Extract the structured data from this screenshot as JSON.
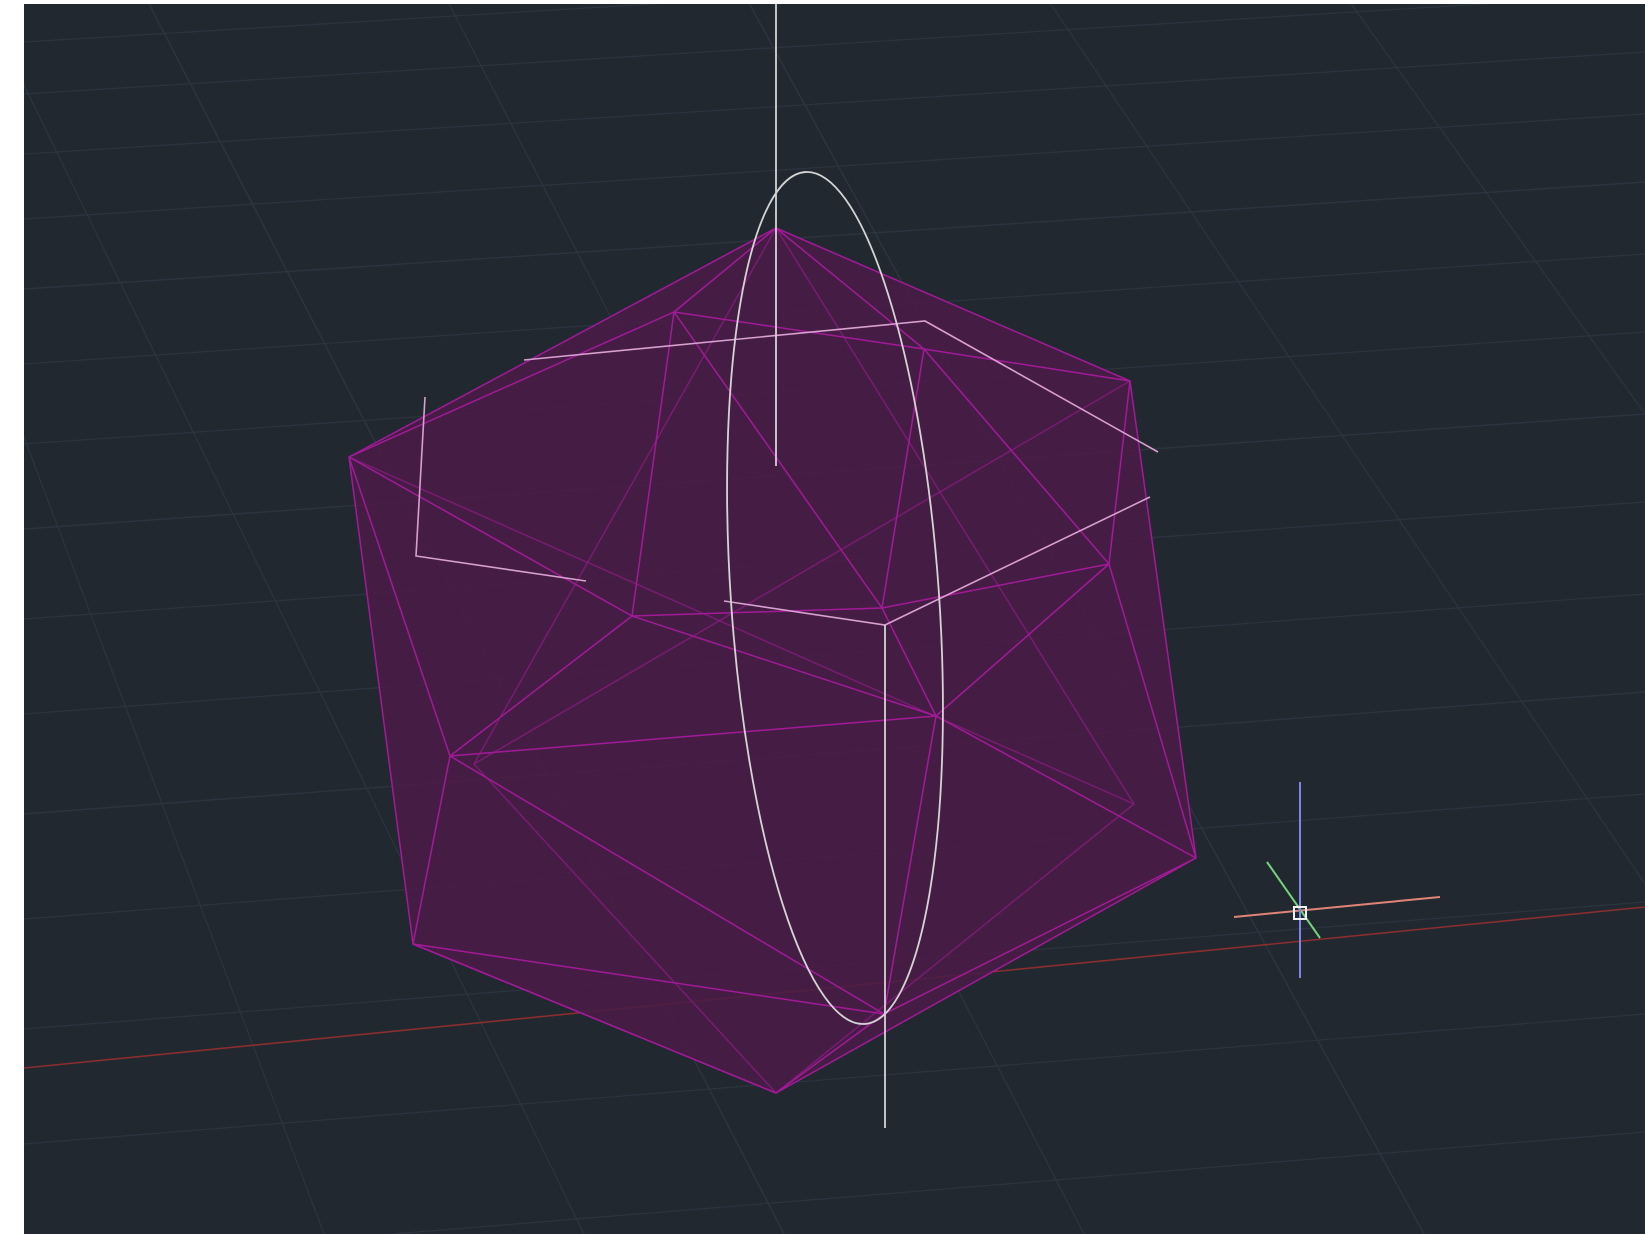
{
  "viewport": {
    "background": "#212830",
    "grid_color": "#2c3440",
    "object_color": "#4a1b47",
    "object_edge_color": "#a21a98",
    "helper_color": "#d8a0d0",
    "gizmo_color": "#d4d4d4",
    "x_axis_color": "#8a2e2e",
    "ucs_icon": {
      "x_color": "#e08478",
      "y_color": "#74d47c",
      "z_color": "#7a86e8"
    }
  },
  "objects": [
    {
      "kind": "icosahedron-mesh",
      "icon": "polyhedron-icon"
    },
    {
      "kind": "rotate-gizmo",
      "icon": "rotate-gizmo-icon"
    },
    {
      "kind": "ucs-crosshair",
      "icon": "crosshair-icon"
    }
  ]
}
